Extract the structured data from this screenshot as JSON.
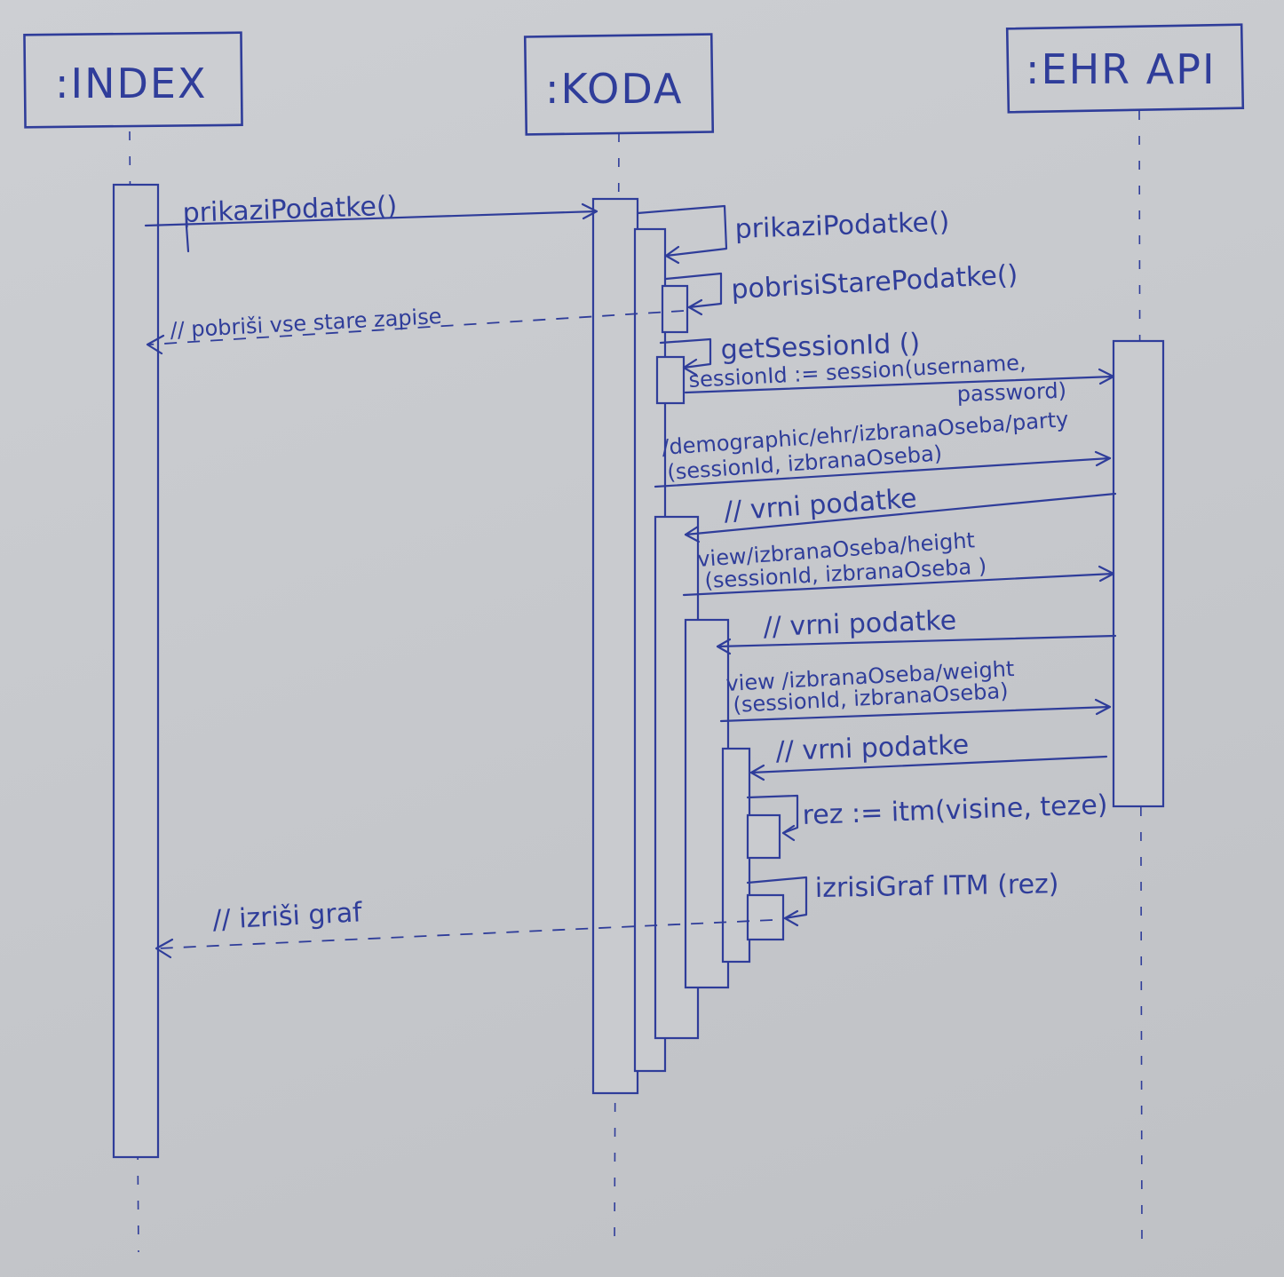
{
  "participants": [
    {
      "id": "index",
      "label": ":INDEX"
    },
    {
      "id": "koda",
      "label": ":KODA"
    },
    {
      "id": "ehr",
      "label": ":EHR  API"
    }
  ],
  "messages": {
    "m1": "prikaziPodatke()",
    "m2": "prikaziPodatke()",
    "m3": "// pobriši vse stare  zapise",
    "m4": "pobrisiStarePodatke()",
    "m5": "getSessionId ()",
    "m6a": "sessionId  := session(username,",
    "m6b": "password)",
    "m7a": "/demographic/ehr/izbranaOseba/party",
    "m7b": "(sessionId,  izbranaOseba)",
    "m8": "// vrni   podatke",
    "m9a": "view/izbranaOseba/height",
    "m9b": "(sessionId,  izbranaOseba )",
    "m10": "// vrni   podatke",
    "m11a": "view /izbranaOseba/weight",
    "m11b": "(sessionId,  izbranaOseba)",
    "m12": "// vrni   podatke",
    "m13": "rez := itm(visine, teze)",
    "m14": "izrisiGraf ITM (rez)",
    "m15": "//  izriši   graf"
  }
}
